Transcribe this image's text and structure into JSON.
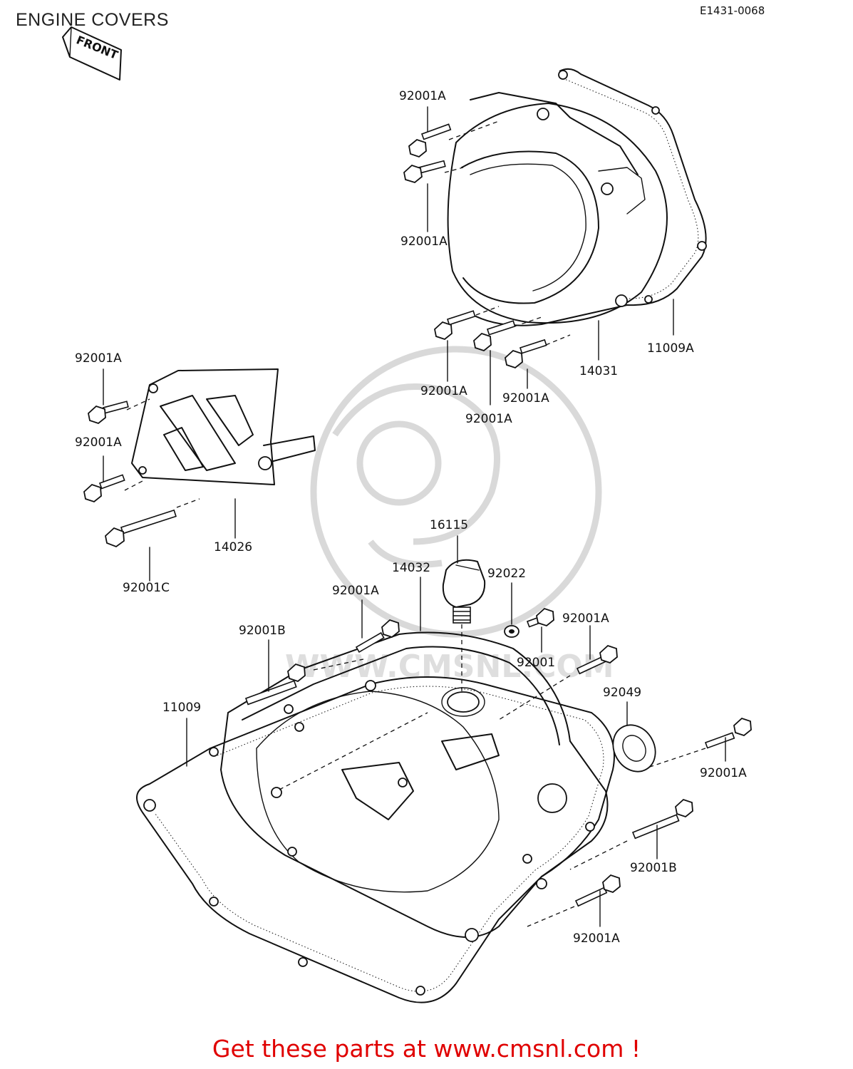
{
  "header": {
    "title": "ENGINE COVERS",
    "ref_code": "E1431-0068",
    "front_marker": "FRONT"
  },
  "watermark": {
    "text": "WWW.CMSNL.COM"
  },
  "callouts": [
    {
      "id": "c1",
      "part_number": "92001A"
    },
    {
      "id": "c2",
      "part_number": "92001A"
    },
    {
      "id": "c3",
      "part_number": "11009A"
    },
    {
      "id": "c4",
      "part_number": "14031"
    },
    {
      "id": "c5",
      "part_number": "92001A"
    },
    {
      "id": "c6",
      "part_number": "92001A"
    },
    {
      "id": "c7",
      "part_number": "92001A"
    },
    {
      "id": "c8",
      "part_number": "92001A"
    },
    {
      "id": "c9",
      "part_number": "92001A"
    },
    {
      "id": "c10",
      "part_number": "14026"
    },
    {
      "id": "c11",
      "part_number": "92001C"
    },
    {
      "id": "c12",
      "part_number": "16115"
    },
    {
      "id": "c13",
      "part_number": "14032"
    },
    {
      "id": "c14",
      "part_number": "92022"
    },
    {
      "id": "c15",
      "part_number": "92001A"
    },
    {
      "id": "c16",
      "part_number": "92001B"
    },
    {
      "id": "c17",
      "part_number": "92001A"
    },
    {
      "id": "c18",
      "part_number": "92001"
    },
    {
      "id": "c19",
      "part_number": "11009"
    },
    {
      "id": "c20",
      "part_number": "92049"
    },
    {
      "id": "c21",
      "part_number": "92001A"
    },
    {
      "id": "c22",
      "part_number": "92001B"
    },
    {
      "id": "c23",
      "part_number": "92001A"
    }
  ],
  "footer": {
    "link_text": "Get these parts at www.cmsnl.com !",
    "link_color": "#e00000"
  }
}
